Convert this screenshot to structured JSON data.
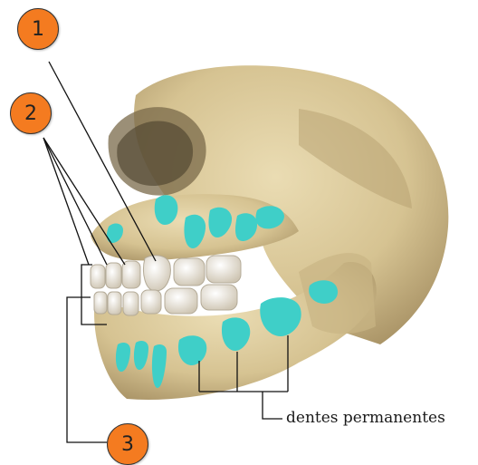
{
  "callouts": [
    {
      "label": "1"
    },
    {
      "label": "2"
    },
    {
      "label": "3"
    }
  ],
  "labels": {
    "permanent_teeth": "dentes permanentes"
  },
  "colors": {
    "callout_fill": "#f47b20",
    "bone": "#d8c79a",
    "bone_shadow": "#b9a473",
    "tooth": "#efeae0",
    "permanent_tooth": "#3fcfc8",
    "line": "#111111"
  }
}
